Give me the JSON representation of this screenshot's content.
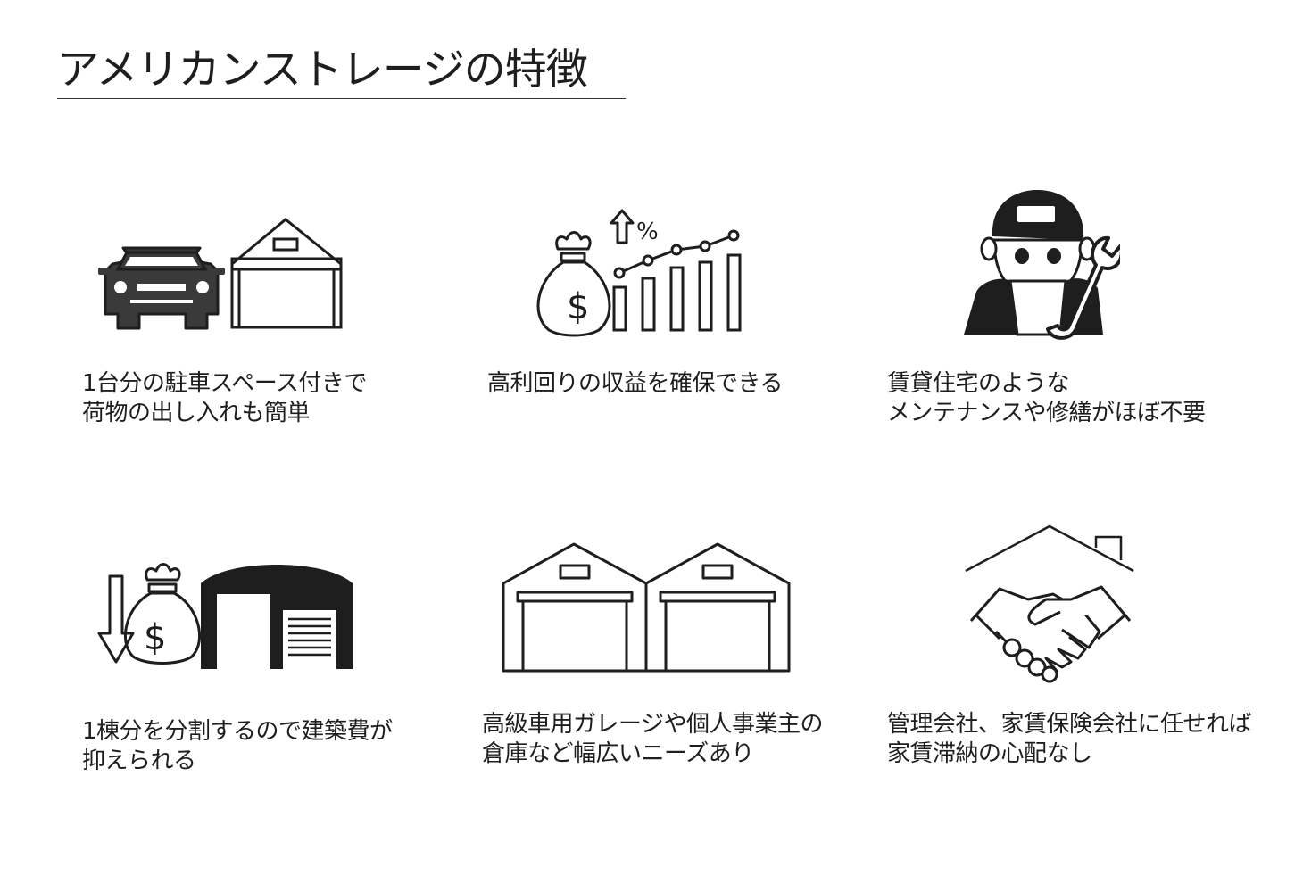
{
  "title": "アメリカンストレージの特徴",
  "features": [
    {
      "icon": "car-and-garage-icon",
      "lines": [
        "1台分の駐車スペース付きで",
        "荷物の出し入れも簡単"
      ]
    },
    {
      "icon": "money-bag-rising-chart-icon",
      "lines": [
        "高利回りの収益を確保できる"
      ],
      "chart_symbol": "%"
    },
    {
      "icon": "mechanic-with-wrench-icon",
      "lines": [
        "賃貸住宅のような",
        "メンテナンスや修繕がほぼ不要"
      ]
    },
    {
      "icon": "money-bag-down-arrow-building-icon",
      "lines": [
        "1棟分を分割するので建築費が",
        "抑えられる"
      ]
    },
    {
      "icon": "twin-garages-icon",
      "lines": [
        "高級車用ガレージや個人事業主の",
        "倉庫など幅広いニーズあり"
      ]
    },
    {
      "icon": "handshake-under-roof-icon",
      "lines": [
        "管理会社、家賃保険会社に任せれば",
        "家賃滞納の心配なし"
      ]
    }
  ],
  "symbols": {
    "dollar": "$"
  },
  "colors": {
    "ink": "#1e1e1e",
    "icon_fill": "#3a3a3a",
    "background": "#ffffff"
  }
}
